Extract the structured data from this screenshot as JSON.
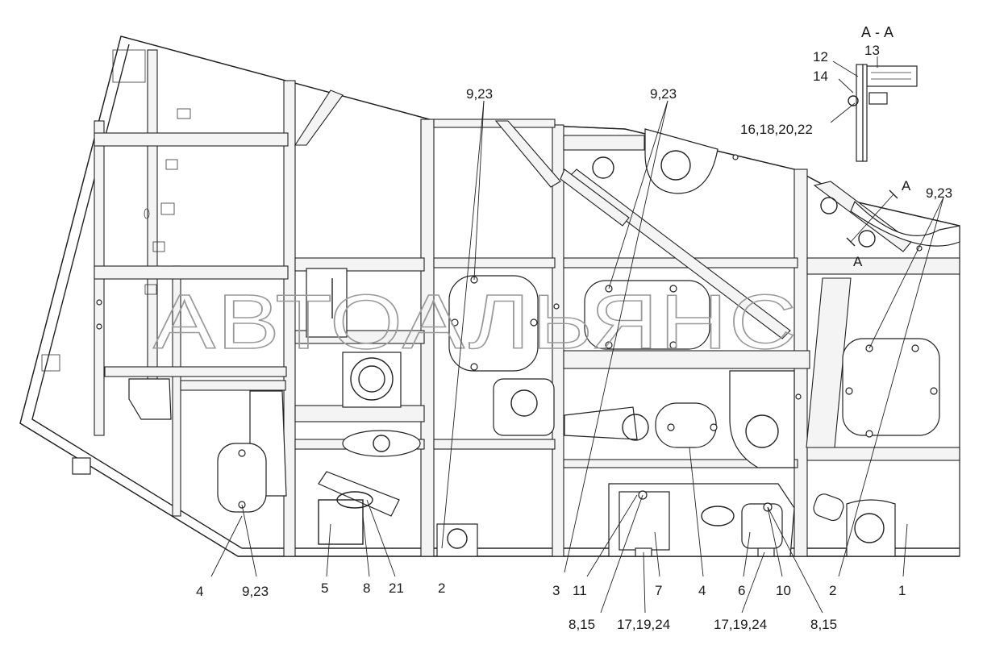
{
  "watermark": "АВТОАЛЬЯНС",
  "section": {
    "title": "А - А",
    "marker_label": "А",
    "marker_label_2": "А"
  },
  "callouts": {
    "c_9_23_top_left": "9,23",
    "c_9_23_top_mid": "9,23",
    "c_9_23_right": "9,23",
    "c_12": "12",
    "c_13": "13",
    "c_14": "14",
    "c_16_18_20_22": "16,18,20,22",
    "c_4_left": "4",
    "c_9_23_bottom": "9,23",
    "c_5": "5",
    "c_8": "8",
    "c_21": "21",
    "c_2_left": "2",
    "c_3": "3",
    "c_11": "11",
    "c_7": "7",
    "c_4_mid": "4",
    "c_6": "6",
    "c_10": "10",
    "c_2_right": "2",
    "c_1": "1",
    "c_8_15_a": "8,15",
    "c_17_19_24_a": "17,19,24",
    "c_17_19_24_b": "17,19,24",
    "c_8_15_b": "8,15"
  }
}
